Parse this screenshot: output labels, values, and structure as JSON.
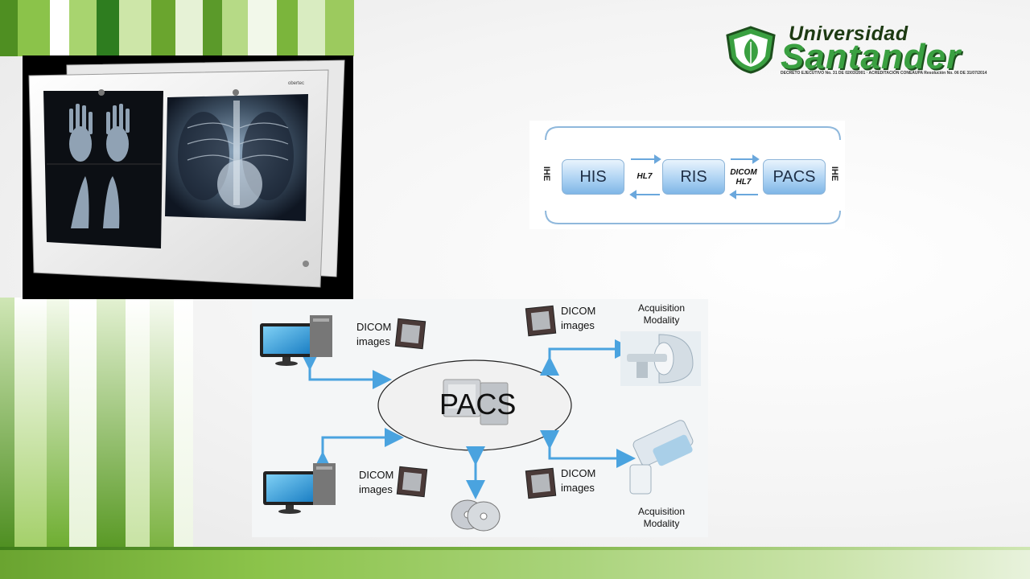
{
  "logo": {
    "line1": "Universidad",
    "line2": "Santander",
    "decree": "DECRETO EJECUTIVO No. 31 DE 02/03/2001 · ACREDITACIÓN CONEAUPA Resolución No. 06 DE 31/07/2014"
  },
  "photo": {
    "brand": "obertec"
  },
  "ihe_diagram": {
    "side_label": "IHE",
    "nodes": [
      "HIS",
      "RIS",
      "PACS"
    ],
    "links": [
      {
        "label": "HL7"
      },
      {
        "label_line1": "DICOM",
        "label_line2": "HL7"
      }
    ]
  },
  "pacs_diagram": {
    "center_label": "PACS",
    "dicom_line1": "DICOM",
    "dicom_line2": "images",
    "modality_line1": "Acquisition",
    "modality_line2": "Modality"
  },
  "colors": {
    "green_dark": "#3e7d1a",
    "green_mid": "#7cb342",
    "green_light": "#c5e1a5",
    "arrow_blue": "#4aa3df"
  }
}
